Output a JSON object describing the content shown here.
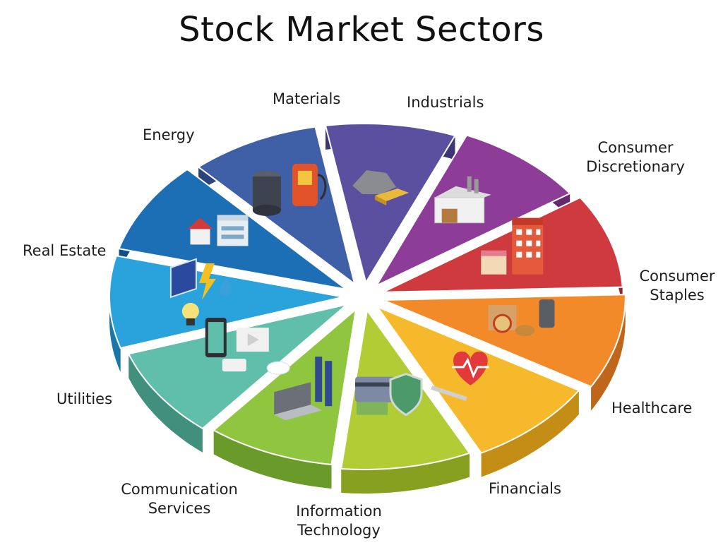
{
  "title": "Stock Market Sectors",
  "sectors": [
    {
      "id": "materials",
      "label_lines": [
        "Materials"
      ],
      "color": "#5b4fa0",
      "side_color": "#3e3577",
      "icon": "gold-bars-and-rocks-icon"
    },
    {
      "id": "industrials",
      "label_lines": [
        "Industrials"
      ],
      "color": "#8d3c98",
      "side_color": "#652a6e",
      "icon": "factory-icon"
    },
    {
      "id": "consumer-discretionary",
      "label_lines": [
        "Consumer",
        "Discretionary"
      ],
      "color": "#cf3a3f",
      "side_color": "#98272c",
      "icon": "hotel-and-shop-icon"
    },
    {
      "id": "consumer-staples",
      "label_lines": [
        "Consumer",
        "Staples"
      ],
      "color": "#f28a2a",
      "side_color": "#c0661b",
      "icon": "food-and-groceries-icon"
    },
    {
      "id": "healthcare",
      "label_lines": [
        "Healthcare"
      ],
      "color": "#f6b92c",
      "side_color": "#c48d16",
      "icon": "heart-and-syringe-icon"
    },
    {
      "id": "financials",
      "label_lines": [
        "Financials"
      ],
      "color": "#b2cc35",
      "side_color": "#87a020",
      "icon": "credit-card-and-shield-icon"
    },
    {
      "id": "information-technology",
      "label_lines": [
        "Information",
        "Technology"
      ],
      "color": "#90c540",
      "side_color": "#6a9a2a",
      "icon": "laptop-and-servers-icon"
    },
    {
      "id": "communication-services",
      "label_lines": [
        "Communication",
        "Services"
      ],
      "color": "#5fbfaa",
      "side_color": "#40907d",
      "icon": "smartphone-and-video-icon"
    },
    {
      "id": "utilities",
      "label_lines": [
        "Utilities"
      ],
      "color": "#2aa2dc",
      "side_color": "#1a78a8",
      "icon": "solar-panel-and-bulb-icon"
    },
    {
      "id": "real-estate",
      "label_lines": [
        "Real Estate"
      ],
      "color": "#1c6fb4",
      "side_color": "#134f83",
      "icon": "house-and-building-icon"
    },
    {
      "id": "energy",
      "label_lines": [
        "Energy"
      ],
      "color": "#3f5fa6",
      "side_color": "#2c4479",
      "icon": "oil-barrel-and-fuel-pump-icon"
    }
  ]
}
